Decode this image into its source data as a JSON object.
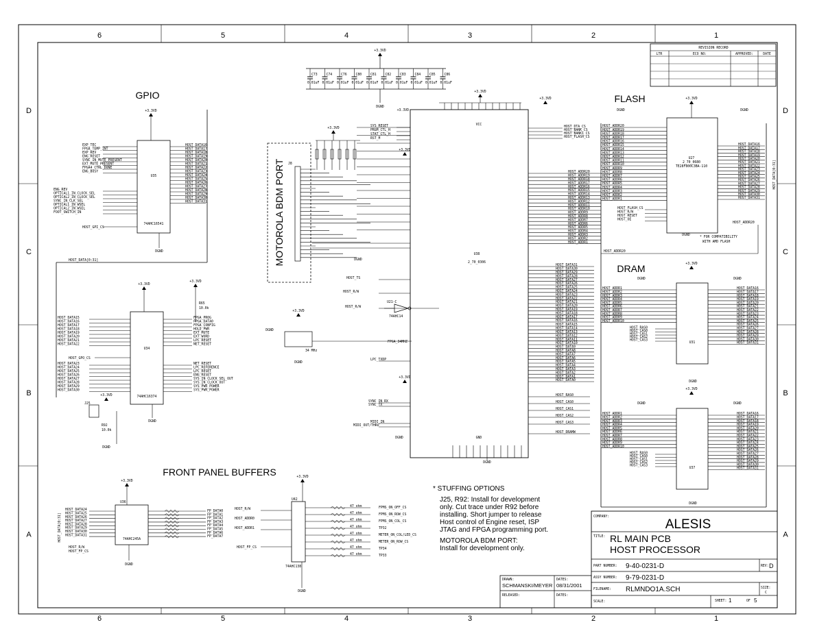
{
  "frame": {
    "columns": [
      "6",
      "5",
      "4",
      "3",
      "2",
      "1"
    ],
    "rows": [
      "D",
      "C",
      "B",
      "A"
    ]
  },
  "revision": {
    "title": "REVISION RECORD",
    "cols": [
      "LTR",
      "ECO NO:",
      "APPROVED:",
      "DATE"
    ]
  },
  "sections": {
    "gpio": "GPIO",
    "bdm": "MOTOROLA BDM PORT",
    "flash": "FLASH",
    "dram": "DRAM",
    "front": "FRONT PANEL BUFFERS"
  },
  "power": {
    "p33": "+3.3VD",
    "gnd": "DGND"
  },
  "caps_top": [
    "C73",
    "C74",
    "C76",
    "C80",
    "C81",
    "C82",
    "C83",
    "C84",
    "C85",
    "C86"
  ],
  "cap_value": "0.01uF",
  "parts": {
    "u35": "U35",
    "u35_type": "74AHC16541",
    "u34": "U34",
    "u34_type": "74AHC16374",
    "u38": "U38",
    "u38_type": "2_70_0306",
    "u27": "U27",
    "u27_type": "2_70_0680",
    "u27_sub": "TE28F800C3BA-110",
    "u31": "U31",
    "u37": "U37",
    "u36": "U36",
    "u36_type": "74AHC245A",
    "u42": "U42",
    "u42_type": "74AHC138",
    "u21": "U21-C",
    "u21_type": "74AHC14",
    "j8": "J8",
    "j25": "J25",
    "osc": "34 MHz",
    "r92": "R92",
    "r92_val": "10.0k",
    "r65": "R65",
    "r65_val": "10.0k"
  },
  "nets": {
    "gpio_in": [
      "EXP_TEC",
      "FPGA_TEMP_INT",
      "EXP_REV",
      "ENG_RESET",
      "SYNC_IN_MUTE_PRESENT",
      "EXT_MUTE_PRESENT",
      "FPGA4_CTRL_DONE",
      "ENG_BUSY"
    ],
    "gpio_in2": [
      "ENG_REV",
      "OPTICAL1_IN_CLOCK_SEL",
      "OPTICAL2_IN_CLOCK_SEL",
      "SYNC_IN_CLK_SEL",
      "OPTICAL1_IN_WSEL",
      "OPTICAL2_IN_WSEL",
      "FOOT_SWITCH_IN"
    ],
    "gpio_out": [
      "HOST_DATA16",
      "HOST_DATA17",
      "HOST_DATA18",
      "HOST_DATA19",
      "HOST_DATA20",
      "HOST_DATA21",
      "HOST_DATA22",
      "HOST_DATA23",
      "HOST_DATA24",
      "HOST_DATA25",
      "HOST_DATA26",
      "HOST_DATA27",
      "HOST_DATA28",
      "HOST_DATA29",
      "HOST_DATA30",
      "HOST_DATA31"
    ],
    "gpio_cs": "HOST_GPI_CS",
    "bus_data": "HOST_DATA[0:31]",
    "u34_in": [
      "HOST_DATA15",
      "HOST_DATA16",
      "HOST_DATA17",
      "HOST_DATA18",
      "HOST_DATA19",
      "HOST_DATA20",
      "HOST_DATA21",
      "HOST_DATA22"
    ],
    "u34_in2": [
      "HOST_DATA23",
      "HOST_DATA24",
      "HOST_DATA25",
      "HOST_DATA26",
      "HOST_DATA27",
      "HOST_DATA28",
      "HOST_DATA29",
      "HOST_DATA30"
    ],
    "u34_out": [
      "FPGA_PROG",
      "FPGA_DATA0",
      "FPGA_CONFIG",
      "HOLD_PWR",
      "EXT_MUTE",
      "EXT_WORD",
      "LPC_RESET",
      "NET_RESET"
    ],
    "u34_out2": [
      "NET_RESET",
      "LPC_REFERENCE",
      "LPC_RESET",
      "ENG_RESET",
      "SYS_IN_CLOCK_SEL_OUT",
      "SYS_IN_CLOCK_OUT",
      "SYS_PWR_POWER",
      "SYS_PWR_POWER"
    ],
    "u34_cs": "HOST_GPO_CS",
    "u38_left": [
      "SYS_RESET",
      "PRGM_CTL_H",
      "STAT_CTL_H",
      "RST_H"
    ],
    "u38_right_top": [
      "HOST_DTA_CS",
      "HOST_BANK_CS",
      "HOST_BANK1_CS",
      "HOST_FLASH_CS"
    ],
    "addr": [
      "HOST_ADDR20",
      "HOST_ADDR19",
      "HOST_ADDR18",
      "HOST_ADDR17",
      "HOST_ADDR16",
      "HOST_ADDR15",
      "HOST_ADDR14",
      "HOST_ADDR13",
      "HOST_ADDR12",
      "HOST_ADDR11",
      "HOST_ADDR10",
      "HOST_ADDR9",
      "HOST_ADDR8",
      "HOST_ADDR7",
      "HOST_ADDR6",
      "HOST_ADDR5",
      "HOST_ADDR4",
      "HOST_ADDR3",
      "HOST_ADDR2",
      "HOST_ADDR1"
    ],
    "data_hi": [
      "HOST_DATA31",
      "HOST_DATA30",
      "HOST_DATA29",
      "HOST_DATA28",
      "HOST_DATA27",
      "HOST_DATA26",
      "HOST_DATA25",
      "HOST_DATA24",
      "HOST_DATA23",
      "HOST_DATA22",
      "HOST_DATA21",
      "HOST_DATA20",
      "HOST_DATA19",
      "HOST_DATA18",
      "HOST_DATA17",
      "HOST_DATA16"
    ],
    "data_lo": [
      "HOST_DATA15",
      "HOST_DATA14",
      "HOST_DATA13",
      "HOST_DATA12",
      "HOST_DATA11",
      "HOST_DATA10",
      "HOST_DATA9",
      "HOST_DATA8",
      "HOST_DATA7",
      "HOST_DATA6",
      "HOST_DATA5",
      "HOST_DATA4",
      "HOST_DATA3",
      "HOST_DATA2",
      "HOST_DATA1",
      "HOST_DATA0"
    ],
    "ras_cas": [
      "HOST_RAS0",
      "HOST_CAS0",
      "HOST_CAS1",
      "HOST_CAS2",
      "HOST_CAS3"
    ],
    "dram_we": "HOST_DRAMW",
    "flash_ctrl": [
      "HOST_FLASH_CS",
      "HOST_R/W",
      "HOST_RESET",
      "HOST_OE"
    ],
    "flash_addr20": "HOST_ADDR20",
    "flash_data": [
      "HOST_DATA16",
      "HOST_DATA17",
      "HOST_DATA18",
      "HOST_DATA19",
      "HOST_DATA20",
      "HOST_DATA21",
      "HOST_DATA22",
      "HOST_DATA23",
      "HOST_DATA24",
      "HOST_DATA25",
      "HOST_DATA26",
      "HOST_DATA27",
      "HOST_DATA28",
      "HOST_DATA29",
      "HOST_DATA30",
      "HOST_DATA31"
    ],
    "misc_left": [
      "HOST_TS",
      "HOST_R/W",
      "HOST_R/W",
      "LPC_TXDP",
      "SYNC_IN_RX",
      "SYNC_TX",
      "MIDI_IN",
      "MIDI_OUT/THRU"
    ],
    "fpga_clk": "FPGA_34MHZ",
    "fp_in": [
      "HOST_DATA24",
      "HOST_DATA25",
      "HOST_DATA26",
      "HOST_DATA27",
      "HOST_DATA28",
      "HOST_DATA29",
      "HOST_DATA30",
      "HOST_DATA31"
    ],
    "fp_out": [
      "FP_DATA0",
      "FP_DATA1",
      "FP_DATA2",
      "FP_DATA3",
      "FP_DATA4",
      "FP_DATA5",
      "FP_DATA6",
      "FP_DATA7"
    ],
    "fp_ctrl": [
      "HOST_R/W",
      "HOST_FP_CS"
    ],
    "u42_in": [
      "HOST_R/W",
      "HOST_ADDR0",
      "HOST_ADDR1"
    ],
    "u42_cs": "HOST_FP_CS",
    "u42_out": [
      "FPMS_ON_OFF_CS",
      "FPMS_ON_ROW_CS",
      "FPMS_ON_COL_CS",
      "TP32",
      "METER_ON_COL/LED_CS",
      "METER_ON_ROW_CS",
      "TP34",
      "TP33"
    ]
  },
  "resistor_net": "47 ohm",
  "notes": {
    "title": "* STUFFING OPTIONS",
    "j25_lines": [
      "J25, R92: Install for development",
      "only.  Cut trace under R92 before",
      "installing. Short jumper to release",
      "Host control of Engine reset, ISP",
      "JTAG and FPGA programming port."
    ],
    "bdm_title": "MOTOROLA BDM PORT:",
    "bdm_line": "Install for development only.",
    "flash_note": [
      "* FOR COMPATIBILITY",
      "WITH AMD FLASH"
    ]
  },
  "title_block": {
    "company_label": "COMPANY:",
    "company": "ALESIS",
    "title_label": "TITLE:",
    "title1": "RL MAIN PCB",
    "title2": "HOST PROCESSOR",
    "part_label": "PART NUMBER:",
    "part": "9-40-0231-D",
    "assy_label": "ASSY NUMBER:",
    "assy": "9-79-0231-D",
    "file_label": "FILENAME:",
    "file": "RLMNDO1A.SCH",
    "rev_label": "REV:",
    "rev": "D",
    "size_label": "SIZE:",
    "size": "C",
    "scale_label": "SCALE:",
    "sheet_label": "SHEET:",
    "sheet": "1",
    "of_label": "OF",
    "of": "5",
    "drawn_label": "DRAWN:",
    "drawn": "SCHMANSKI/MEYER",
    "dates_label": "DATES:",
    "date": "08/31/2001",
    "released_label": "RELEASED:",
    "dates2_label": "DATES:"
  }
}
